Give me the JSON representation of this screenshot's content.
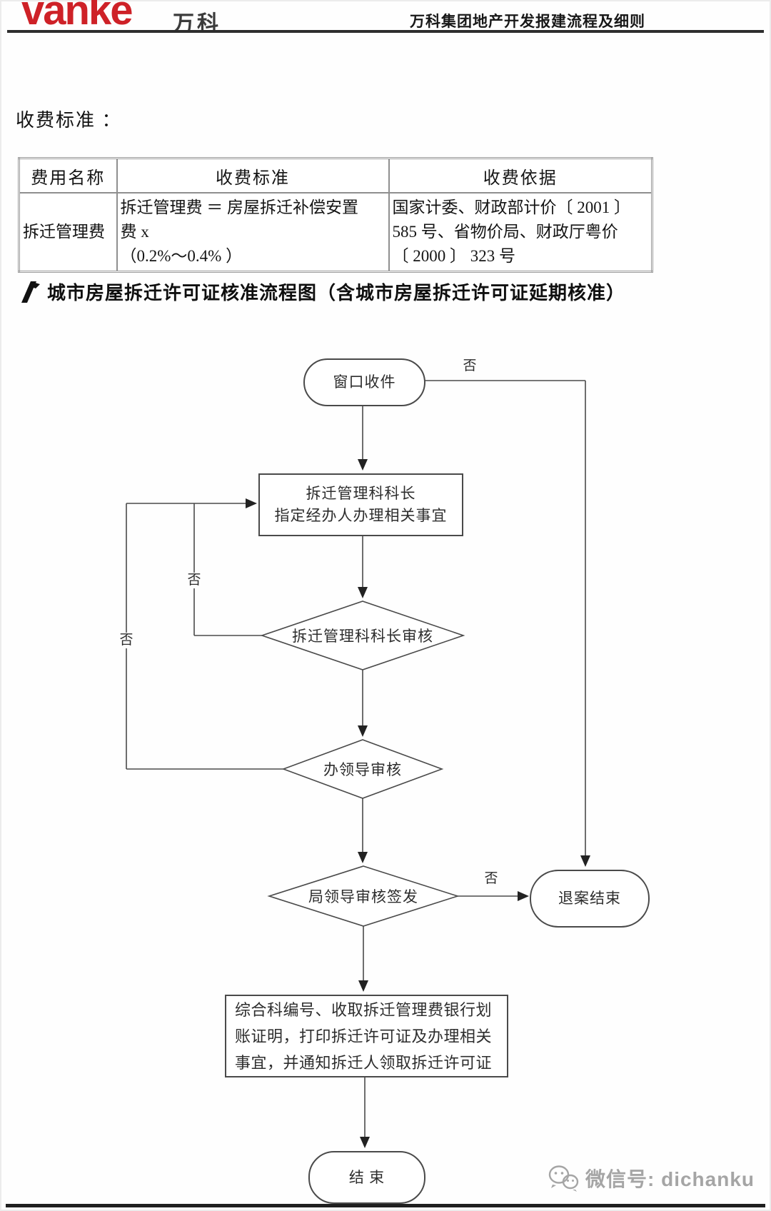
{
  "colors": {
    "brand_red": "#ce2127",
    "header_rule": "#2e2e2e",
    "flow_stroke": "#4a4a4a",
    "watermark_gray": "#a5a5a5"
  },
  "header": {
    "logo_text": "vanke",
    "logo_cn": "万科",
    "doc_title": "万科集团地产开发报建流程及细则"
  },
  "section_heading": "收费标准 ：",
  "fee_table": {
    "columns": [
      "费用名称",
      "收费标准",
      "收费依据"
    ],
    "rows": [
      {
        "name": "拆迁管理费",
        "standard": "拆迁管理费 ＝ 房屋拆迁补偿安置\n费 x\n（0.2%～0.4% ）",
        "basis": "国家计委、财政部计价〔 2001 〕\n585 号、省物价局、财政厅粤价\n〔 2000 〕 323 号"
      }
    ]
  },
  "flowchart": {
    "title": "城市房屋拆迁许可证核准流程图（含城市房屋拆迁许可证延期核准）",
    "nodes": {
      "start": "窗口收件",
      "assign": "拆迁管理科科长\n指定经办人办理相关事宜",
      "review_section_chief": "拆迁管理科科长审核",
      "review_office_leader": "办领导审核",
      "review_bureau_leader": "局领导审核签发",
      "process_final": "综合科编号、收取拆迁管理费银行划\n账证明，打印拆迁许可证及办理相关\n事宜，并通知拆迁人领取拆迁许可证",
      "reject_end": "退案结束",
      "end": "结 束"
    },
    "labels": {
      "no": "否"
    }
  },
  "watermark": {
    "text": "微信号: dichanku"
  }
}
